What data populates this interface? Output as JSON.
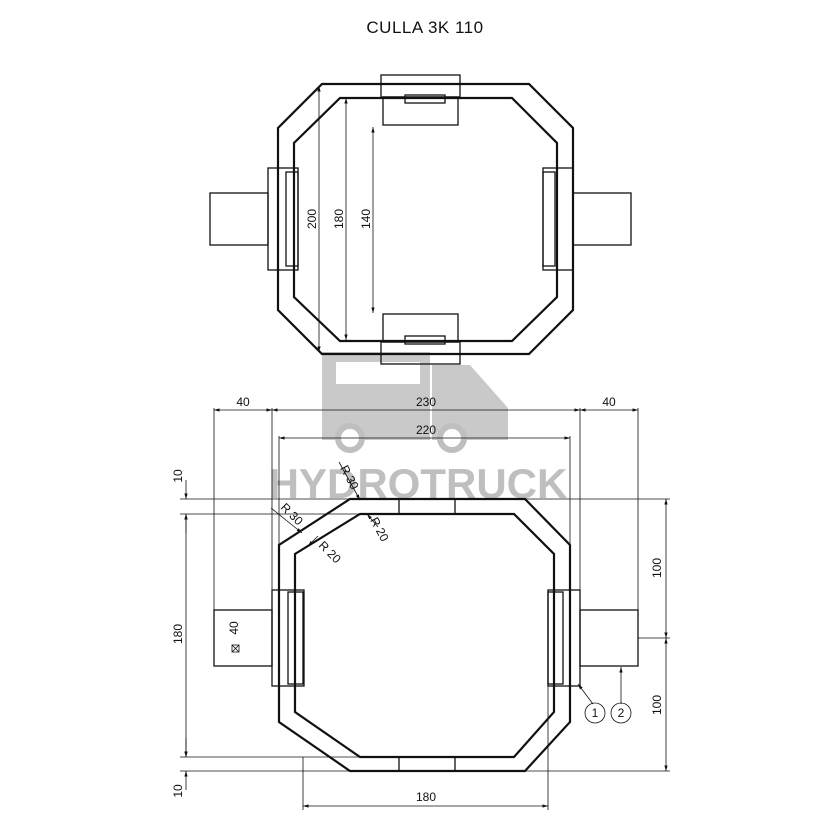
{
  "title": "CULLA 3K 110",
  "watermark": {
    "text": "HYDROTRUCK",
    "color": "#bfbfbf"
  },
  "top_view_dims": {
    "d200": "200",
    "d180": "180",
    "d140": "140"
  },
  "bottom_view_dims": {
    "d40_left": "40",
    "d230": "230",
    "d40_right": "40",
    "d220": "220",
    "d10_top": "10",
    "d10_bottom": "10",
    "d180_left": "180",
    "d180_bottom": "180",
    "d100_upper": "100",
    "d100_lower": "100",
    "r30_outer": "R 30",
    "r30_inner": "R 30",
    "r20_outer": "R 20",
    "r20_inner": "R 20",
    "pin_size": "40"
  },
  "callouts": [
    "1",
    "2"
  ]
}
